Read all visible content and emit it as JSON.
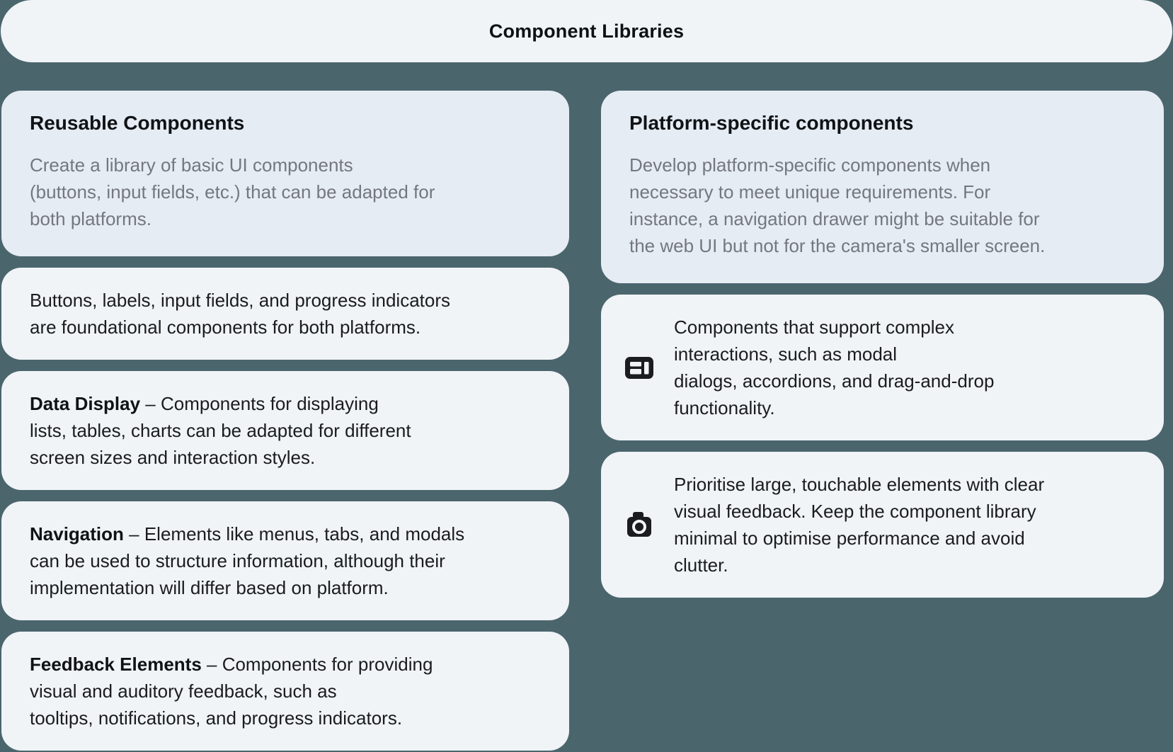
{
  "title": "Component Libraries",
  "colors": {
    "background": "#4B656D",
    "banner_bg": "#F0F4F7",
    "card_bg": "#F0F4F7",
    "header_card_bg": "#E6ECF4",
    "heading_text": "#101316",
    "body_text": "#1A1C1F",
    "muted_text": "#74787E",
    "icon_fill": "#1A1C1E"
  },
  "left_column": {
    "header_card": {
      "title": "Reusable Components",
      "body": "Create a library of basic UI components\n(buttons, input fields, etc.) that can be adapted for\nboth platforms."
    },
    "cards": [
      {
        "lead": "",
        "body": "Buttons, labels, input fields, and progress indicators\nare foundational components for both platforms."
      },
      {
        "lead": "Data Display",
        "body": " – Components for displaying\nlists, tables, charts can be adapted for different\nscreen sizes and interaction styles."
      },
      {
        "lead": "Navigation",
        "body": " – Elements like menus, tabs, and modals\ncan be used to structure information, although their\nimplementation will differ based on platform."
      },
      {
        "lead": "Feedback Elements",
        "body": " – Components for providing\nvisual and auditory feedback, such as\ntooltips, notifications, and progress indicators."
      }
    ]
  },
  "right_column": {
    "header_card": {
      "title": "Platform-specific components",
      "body": "Develop platform-specific components when\nnecessary to meet unique requirements. For\ninstance, a navigation drawer might be suitable for\nthe web UI but not for the camera's smaller screen."
    },
    "cards": [
      {
        "icon": "web-layout-icon",
        "body": "Components that support complex\ninteractions, such as modal\ndialogs, accordions, and drag-and-drop\nfunctionality."
      },
      {
        "icon": "camera-icon",
        "body": "Prioritise large, touchable elements with clear\nvisual feedback. Keep the component library\nminimal to optimise performance and avoid\nclutter."
      }
    ]
  }
}
